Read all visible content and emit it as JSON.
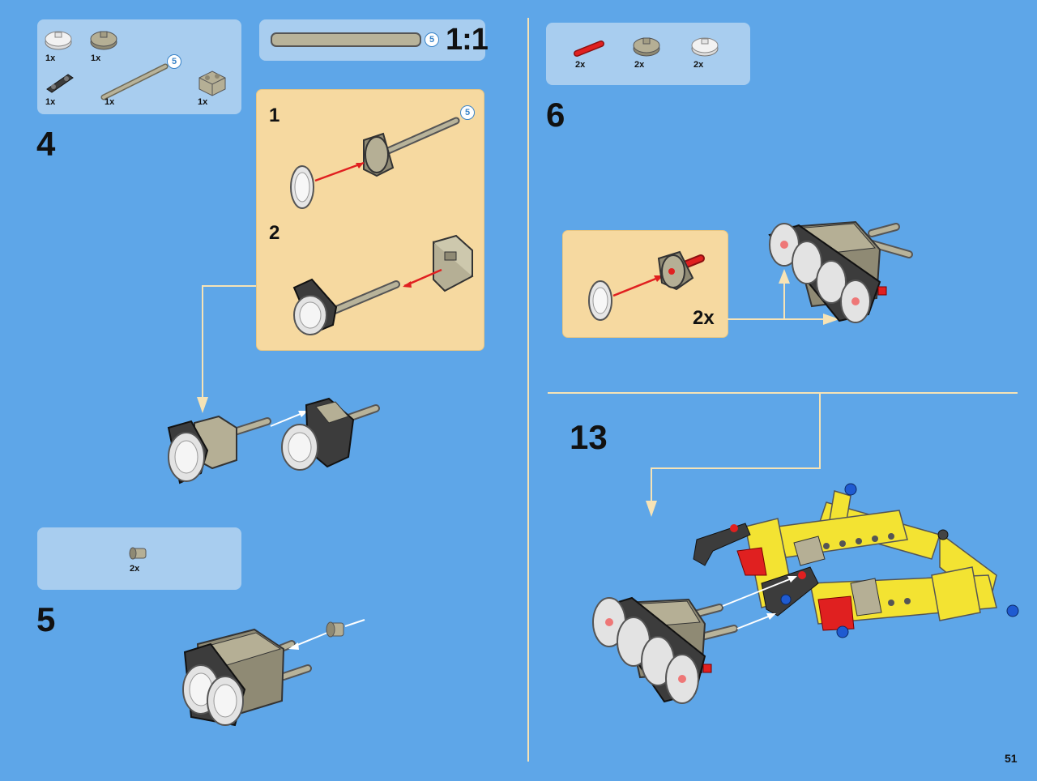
{
  "page_number": "51",
  "colors": {
    "background": "#5ea6e8",
    "callout": "#a8cdef",
    "subassembly": "#f6d9a0",
    "connector": "#f6e3b6",
    "arrow_red": "#e02020"
  },
  "step4": {
    "number": "4",
    "parts": [
      {
        "icon": "round-plate-clear-icon",
        "qty": "1x"
      },
      {
        "icon": "round-plate-gray-icon",
        "qty": "1x"
      },
      {
        "icon": "technic-lever-icon",
        "qty": "1x"
      },
      {
        "icon": "axle-5-icon",
        "qty": "1x",
        "length": "5"
      },
      {
        "icon": "brick-1x2-icon",
        "qty": "1x"
      }
    ],
    "scale": {
      "label": "1:1",
      "length": "5"
    },
    "sub1": {
      "number": "1",
      "length": "5"
    },
    "sub2": {
      "number": "2"
    }
  },
  "step5": {
    "number": "5",
    "parts": [
      {
        "icon": "bush-icon",
        "qty": "2x"
      }
    ]
  },
  "step6": {
    "number": "6",
    "parts": [
      {
        "icon": "axle-red-icon",
        "qty": "2x"
      },
      {
        "icon": "round-plate-gray-icon",
        "qty": "2x"
      },
      {
        "icon": "round-plate-clear-icon",
        "qty": "2x"
      }
    ],
    "sub_multiplier": "2x"
  },
  "step13": {
    "number": "13"
  }
}
